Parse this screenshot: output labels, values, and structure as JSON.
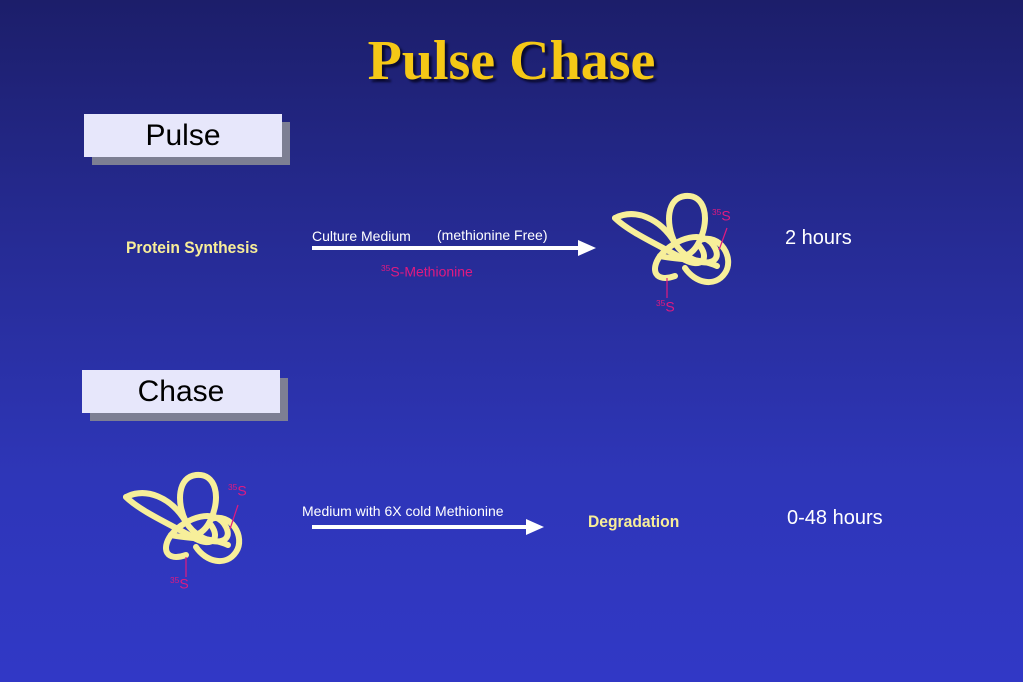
{
  "title": "Pulse Chase",
  "pulse": {
    "box_label": "Pulse",
    "process_label": "Protein Synthesis",
    "medium_label": "Culture Medium",
    "medium_note": "(methionine Free)",
    "isotope_sup": "35",
    "isotope_label": "S-Methionine",
    "duration": "2 hours"
  },
  "chase": {
    "box_label": "Chase",
    "medium_label": "Medium with 6X cold Methionine",
    "result_label": "Degradation",
    "duration": "0-48 hours"
  },
  "protein_label": {
    "sup": "35",
    "base": "S"
  },
  "colors": {
    "title": "#f5c816",
    "protein": "#f7ef9a",
    "isotope": "#e01a80",
    "arrow": "#ffffff"
  }
}
